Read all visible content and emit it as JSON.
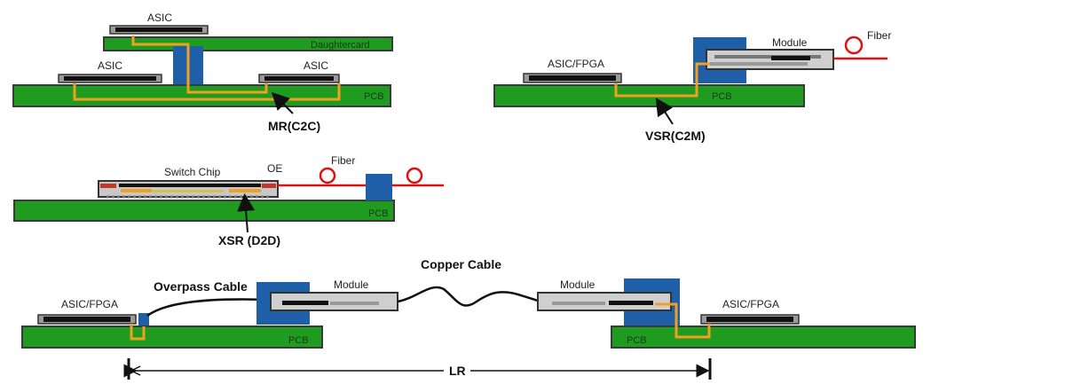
{
  "colors": {
    "pcb": "#1f9b1f",
    "pcb_border": "#3a3a3a",
    "trace": "#f0a020",
    "connector": "#1f5fa8",
    "fiber": "#e01010",
    "chip": "#111111",
    "package": "#b8b8b8"
  },
  "mr": {
    "asic_top": "ASIC",
    "daughtercard": "Daughtercard",
    "asic_left": "ASIC",
    "asic_right": "ASIC",
    "pcb": "PCB",
    "caption": "MR(C2C)"
  },
  "vsr": {
    "asic": "ASIC/FPGA",
    "module": "Module",
    "fiber": "Fiber",
    "pcb": "PCB",
    "caption": "VSR(C2M)"
  },
  "xsr": {
    "switch_chip": "Switch Chip",
    "oe": "OE",
    "fiber": "Fiber",
    "pcb": "PCB",
    "caption": "XSR (D2D)"
  },
  "lr": {
    "asic_left": "ASIC/FPGA",
    "overpass": "Overpass Cable",
    "module_left": "Module",
    "copper": "Copper Cable",
    "module_right": "Module",
    "asic_right": "ASIC/FPGA",
    "pcb_left": "PCB",
    "pcb_right": "PCB",
    "caption": "LR"
  }
}
